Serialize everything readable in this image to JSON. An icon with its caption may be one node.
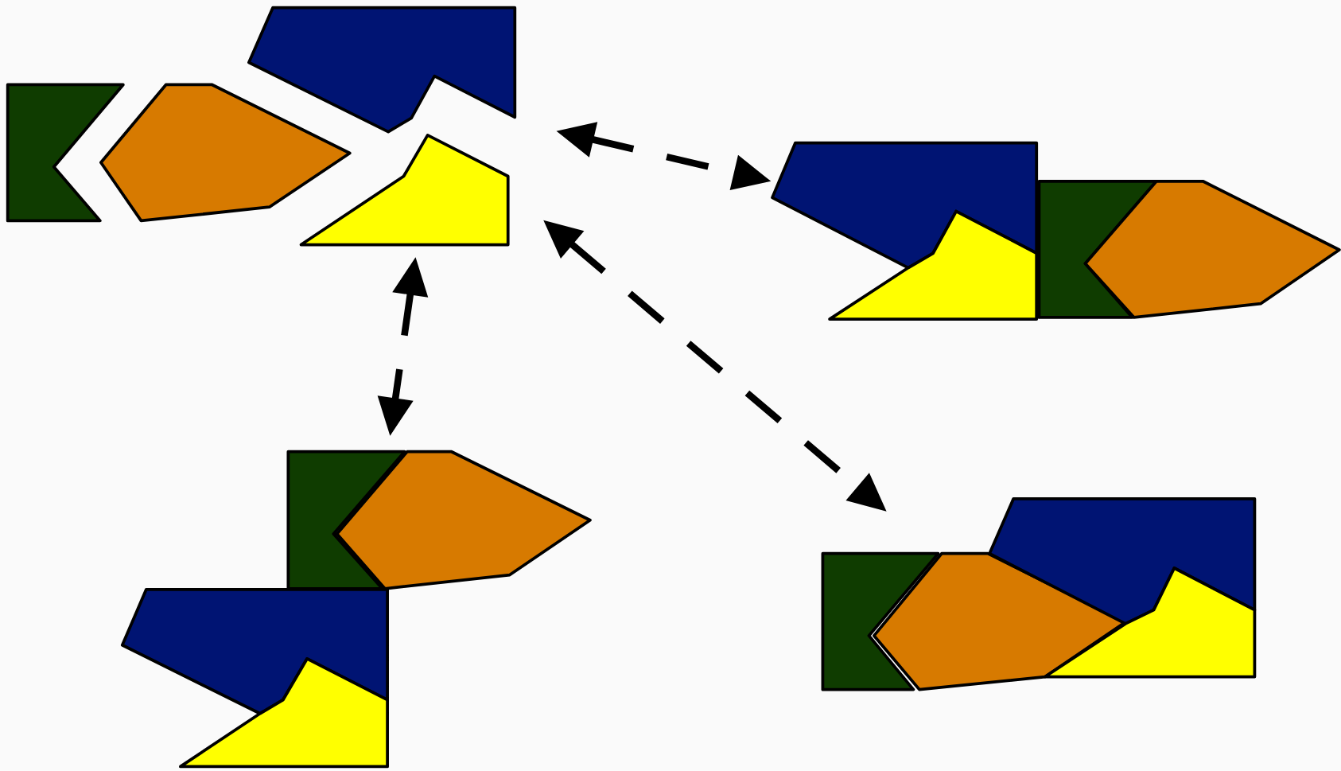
{
  "diagram": {
    "nodes": [
      {
        "text": [],
        "shape": "picture"
      },
      {
        "text": [],
        "shape": "picture"
      },
      {
        "text": [],
        "shape": "picture"
      },
      {
        "text": [],
        "shape": "picture"
      }
    ],
    "edges": [
      {
        "from": 0,
        "to": 1,
        "arrow": "both",
        "style": "dashed"
      },
      {
        "from": 0,
        "to": 3,
        "arrow": "both",
        "style": "dashed"
      },
      {
        "from": 0,
        "to": 2,
        "arrow": "both",
        "style": "dashed"
      }
    ]
  }
}
